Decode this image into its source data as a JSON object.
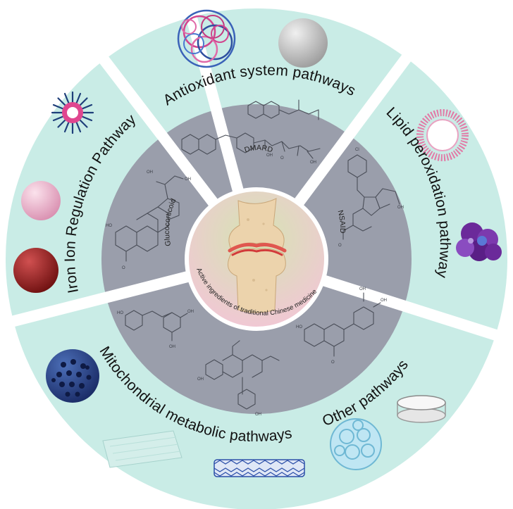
{
  "outer_ring": {
    "segments": [
      {
        "label": "Antioxidant system pathways"
      },
      {
        "label": "Lipid peroxidation pathway"
      },
      {
        "label": "Other pathways"
      },
      {
        "label": "Mitochondrial metabolic pathways"
      },
      {
        "label": "Iron Ion Regulation Pathway"
      }
    ]
  },
  "inner_ring": {
    "labels": [
      {
        "label": "DMARD"
      },
      {
        "label": "NSAID"
      },
      {
        "label": "Active ingredients of traditional Chinese medicine"
      },
      {
        "label": "Glucocorticoid"
      }
    ]
  },
  "colors": {
    "outer_ring": "#c9ece6",
    "middle_ring": "#9a9eab",
    "divider": "#ffffff",
    "center_top": "#d8e6b4",
    "center_bottom": "#f3c8d6",
    "bone": "#ecd3ac",
    "cartilage": "#e0574f"
  },
  "icons": [
    {
      "name": "polymer-micelle-nanoparticle-icon"
    },
    {
      "name": "gray-sphere-nanoparticle-icon"
    },
    {
      "name": "liposome-icon"
    },
    {
      "name": "purple-aggregate-nanoparticle-icon"
    },
    {
      "name": "transparent-disc-icon"
    },
    {
      "name": "cage-sphere-icon"
    },
    {
      "name": "carbon-nanotube-icon"
    },
    {
      "name": "nanosheet-icon"
    },
    {
      "name": "porous-blue-sphere-icon"
    },
    {
      "name": "dark-red-sphere-icon"
    },
    {
      "name": "pink-sphere-icon"
    },
    {
      "name": "spiky-micelle-icon"
    },
    {
      "name": "knee-joint-icon"
    }
  ]
}
